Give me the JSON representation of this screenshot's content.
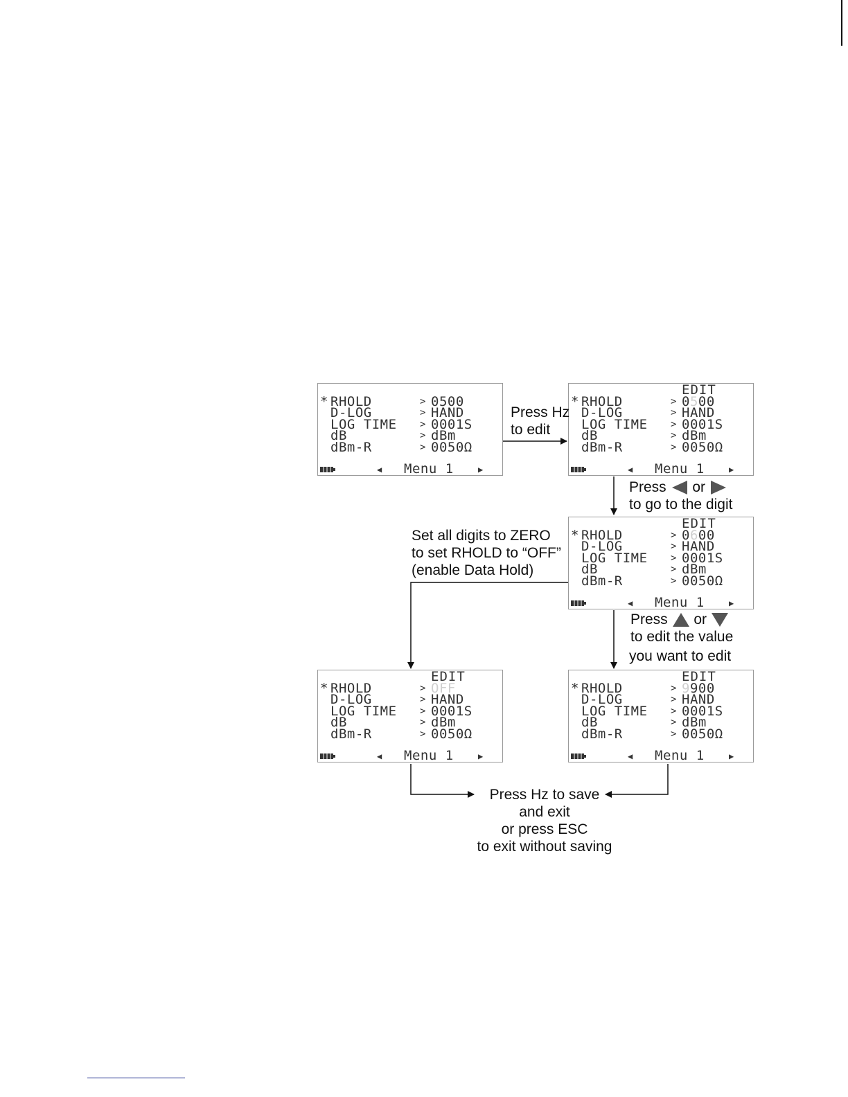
{
  "screens": [
    {
      "edit": "",
      "rows": [
        {
          "star": "*",
          "label": "RHOLD",
          "value_pre": "",
          "value_dim": "",
          "value_post": "0500"
        },
        {
          "star": "",
          "label": "D-LOG",
          "value_pre": "",
          "value_dim": "",
          "value_post": "HAND"
        },
        {
          "star": "",
          "label": "LOG TIME",
          "value_pre": "",
          "value_dim": "",
          "value_post": "0001S"
        },
        {
          "star": "",
          "label": "dB",
          "value_pre": "",
          "value_dim": "",
          "value_post": "dBm"
        },
        {
          "star": "",
          "label": "dBm-R",
          "value_pre": "",
          "value_dim": "",
          "value_post": "0050Ω"
        }
      ],
      "menu": "Menu 1"
    },
    {
      "edit": "EDIT",
      "rows": [
        {
          "star": "*",
          "label": "RHOLD",
          "value_pre": "0",
          "value_dim": "5",
          "value_post": "00"
        },
        {
          "star": "",
          "label": "D-LOG",
          "value_pre": "",
          "value_dim": "",
          "value_post": "HAND"
        },
        {
          "star": "",
          "label": "LOG TIME",
          "value_pre": "",
          "value_dim": "",
          "value_post": "0001S"
        },
        {
          "star": "",
          "label": "dB",
          "value_pre": "",
          "value_dim": "",
          "value_post": "dBm"
        },
        {
          "star": "",
          "label": "dBm-R",
          "value_pre": "",
          "value_dim": "",
          "value_post": "0050Ω"
        }
      ],
      "menu": "Menu 1"
    },
    {
      "edit": "EDIT",
      "rows": [
        {
          "star": "*",
          "label": "RHOLD",
          "value_pre": "0",
          "value_dim": "6",
          "value_post": "00"
        },
        {
          "star": "",
          "label": "D-LOG",
          "value_pre": "",
          "value_dim": "",
          "value_post": "HAND"
        },
        {
          "star": "",
          "label": "LOG TIME",
          "value_pre": "",
          "value_dim": "",
          "value_post": "0001S"
        },
        {
          "star": "",
          "label": "dB",
          "value_pre": "",
          "value_dim": "",
          "value_post": "dBm"
        },
        {
          "star": "",
          "label": "dBm-R",
          "value_pre": "",
          "value_dim": "",
          "value_post": "0050Ω"
        }
      ],
      "menu": "Menu 1"
    },
    {
      "edit": "EDIT",
      "rows": [
        {
          "star": "*",
          "label": "RHOLD",
          "value_pre": "",
          "value_dim": "OFF",
          "value_post": ""
        },
        {
          "star": "",
          "label": "D-LOG",
          "value_pre": "",
          "value_dim": "",
          "value_post": "HAND"
        },
        {
          "star": "",
          "label": "LOG TIME",
          "value_pre": "",
          "value_dim": "",
          "value_post": "0001S"
        },
        {
          "star": "",
          "label": "dB",
          "value_pre": "",
          "value_dim": "",
          "value_post": "dBm"
        },
        {
          "star": "",
          "label": "dBm-R",
          "value_pre": "",
          "value_dim": "",
          "value_post": "0050Ω"
        }
      ],
      "menu": "Menu 1"
    },
    {
      "edit": "EDIT",
      "rows": [
        {
          "star": "*",
          "label": "RHOLD",
          "value_pre": "",
          "value_dim": "9",
          "value_post": "900"
        },
        {
          "star": "",
          "label": "D-LOG",
          "value_pre": "",
          "value_dim": "",
          "value_post": "HAND"
        },
        {
          "star": "",
          "label": "LOG TIME",
          "value_pre": "",
          "value_dim": "",
          "value_post": "0001S"
        },
        {
          "star": "",
          "label": "dB",
          "value_pre": "",
          "value_dim": "",
          "value_post": "dBm"
        },
        {
          "star": "",
          "label": "dBm-R",
          "value_pre": "",
          "value_dim": "",
          "value_post": "0050Ω"
        }
      ],
      "menu": "Menu 1"
    }
  ],
  "notes": {
    "press_hz": {
      "line1": "Press Hz",
      "line2": "to edit"
    },
    "left_right": {
      "press": "Press",
      "or": "or",
      "line2": "to go to the digit"
    },
    "zero": {
      "line1": "Set all digits to ZERO",
      "line2": "to set RHOLD to “OFF”",
      "line3": "(enable Data Hold)"
    },
    "up_down": {
      "press": "Press",
      "or": "or",
      "line2": "to edit the value",
      "line3": "you want to edit"
    },
    "save": {
      "line1": "Press Hz to save",
      "line2": "and exit",
      "line3": "or press ESC",
      "line4": "to exit without saving"
    }
  },
  "icons": {
    "left": "left-triangle-icon",
    "right": "right-triangle-icon",
    "up": "up-triangle-icon",
    "down": "down-triangle-icon",
    "battery": "battery-icon"
  },
  "colors": {
    "lcd_text": "#333333",
    "lcd_dim": "#cfcfcf",
    "triangle": "#555555"
  }
}
